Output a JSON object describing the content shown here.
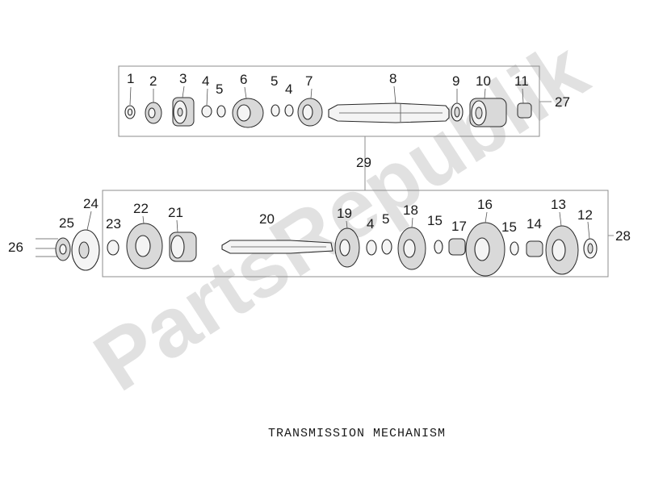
{
  "caption": "TRANSMISSION MECHANISM",
  "watermark": "PartsRepublik",
  "group_labels": {
    "upper_assembly": "27",
    "lower_assembly": "28",
    "shared": "29"
  },
  "upper_row_numbers": [
    "1",
    "2",
    "3",
    "4",
    "5",
    "6",
    "5",
    "4",
    "7",
    "8",
    "9",
    "10",
    "11"
  ],
  "lower_row_numbers": [
    "24",
    "25",
    "26",
    "23",
    "22",
    "21",
    "20",
    "19",
    "4",
    "5",
    "18",
    "15",
    "17",
    "16",
    "15",
    "14",
    "13",
    "12"
  ]
}
